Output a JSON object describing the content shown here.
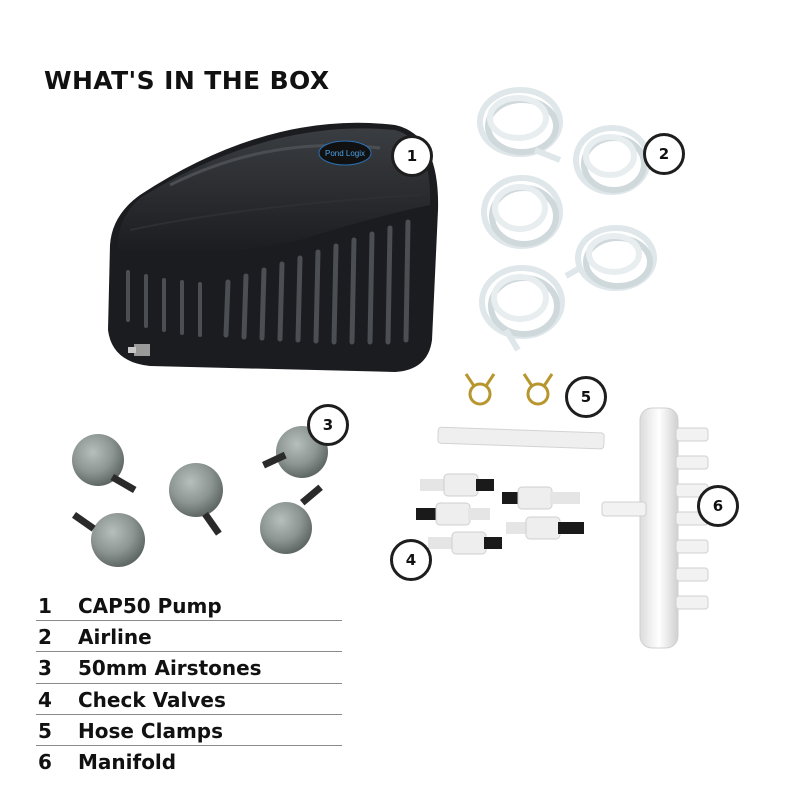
{
  "heading": "WHAT'S IN THE BOX",
  "brand_mark": "Pond Logix",
  "badges": [
    "1",
    "2",
    "3",
    "4",
    "5",
    "6"
  ],
  "legend": [
    {
      "num": "1",
      "label": "CAP50 Pump"
    },
    {
      "num": "2",
      "label": "Airline"
    },
    {
      "num": "3",
      "label": "50mm Airstones"
    },
    {
      "num": "4",
      "label": "Check Valves"
    },
    {
      "num": "5",
      "label": "Hose Clamps"
    },
    {
      "num": "6",
      "label": "Manifold"
    }
  ],
  "colors": {
    "pump_body": "#1f2124",
    "airstone": "#8c9592",
    "manifold": "#f2f2f2",
    "tubing": "#dfe7ea",
    "clamp": "#b8962e",
    "badge_border": "#1e1e1e"
  }
}
